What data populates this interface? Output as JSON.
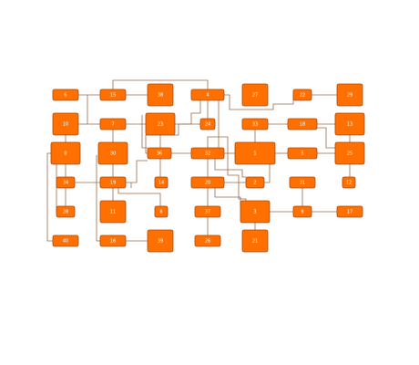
{
  "diagram": {
    "fill_color": "#ff7000",
    "stroke_color": "#a04a10",
    "edge_color": "#9a6a4a",
    "label_color": "#ffffff",
    "nodes": [
      {
        "id": "n6",
        "label": "6"
      },
      {
        "id": "n15",
        "label": "15"
      },
      {
        "id": "n38",
        "label": "38"
      },
      {
        "id": "n4",
        "label": "4"
      },
      {
        "id": "n27",
        "label": "27"
      },
      {
        "id": "n22",
        "label": "22"
      },
      {
        "id": "n29",
        "label": "29"
      },
      {
        "id": "n10",
        "label": "10"
      },
      {
        "id": "n7",
        "label": "7"
      },
      {
        "id": "n23",
        "label": "23"
      },
      {
        "id": "n24",
        "label": "24"
      },
      {
        "id": "n33",
        "label": "33"
      },
      {
        "id": "n18",
        "label": "18"
      },
      {
        "id": "n13",
        "label": "13"
      },
      {
        "id": "n0",
        "label": "0"
      },
      {
        "id": "n30",
        "label": "30"
      },
      {
        "id": "n36",
        "label": "36"
      },
      {
        "id": "n32",
        "label": "32"
      },
      {
        "id": "n1",
        "label": "1"
      },
      {
        "id": "n5",
        "label": "5"
      },
      {
        "id": "n25",
        "label": "25"
      },
      {
        "id": "n34",
        "label": "34"
      },
      {
        "id": "n19",
        "label": "19"
      },
      {
        "id": "n14",
        "label": "14"
      },
      {
        "id": "n20",
        "label": "20"
      },
      {
        "id": "n2",
        "label": "2"
      },
      {
        "id": "n31",
        "label": "31"
      },
      {
        "id": "n12",
        "label": "12"
      },
      {
        "id": "n28",
        "label": "28"
      },
      {
        "id": "n11",
        "label": "11"
      },
      {
        "id": "n8",
        "label": "8"
      },
      {
        "id": "n37",
        "label": "37"
      },
      {
        "id": "n3",
        "label": "3"
      },
      {
        "id": "n9",
        "label": "9"
      },
      {
        "id": "n17",
        "label": "17"
      },
      {
        "id": "n40",
        "label": "40"
      },
      {
        "id": "n16",
        "label": "16"
      },
      {
        "id": "n39",
        "label": "39"
      },
      {
        "id": "n26",
        "label": "26"
      },
      {
        "id": "n21",
        "label": "21"
      }
    ]
  }
}
